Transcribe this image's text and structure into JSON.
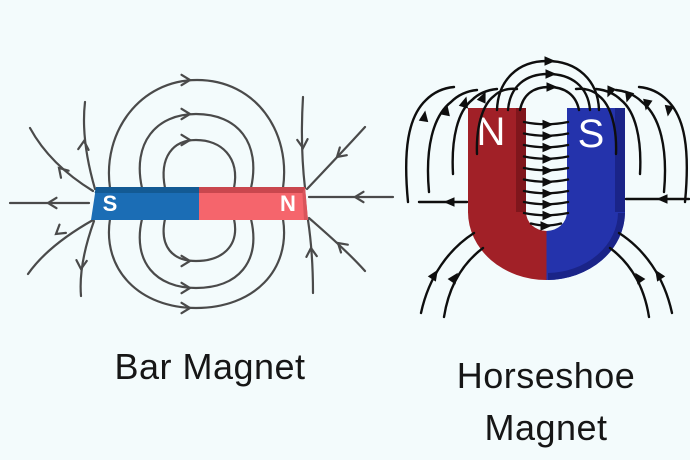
{
  "colors": {
    "background": "#f3fbfc",
    "bar_blue": "#1b6db5",
    "bar_blue_dark": "#135a94",
    "bar_red": "#f5656c",
    "bar_red_dark": "#c9474e",
    "bar_red_edge": "#d9545b",
    "bar_field_line": "#4a4a4a",
    "horseshoe_red": "#a12027",
    "horseshoe_red_dark": "#7f161c",
    "horseshoe_blue": "#2433ac",
    "horseshoe_blue_dark": "#1a2488",
    "horseshoe_field_line": "#0e0e0e",
    "pole_label_color": "#ffffff",
    "caption_color": "#161616"
  },
  "bar_magnet": {
    "caption": "Bar Magnet",
    "south_label": "S",
    "north_label": "N"
  },
  "horseshoe_magnet": {
    "caption_line1": "Horseshoe",
    "caption_line2": "Magnet",
    "north_label": "N",
    "south_label": "S"
  }
}
